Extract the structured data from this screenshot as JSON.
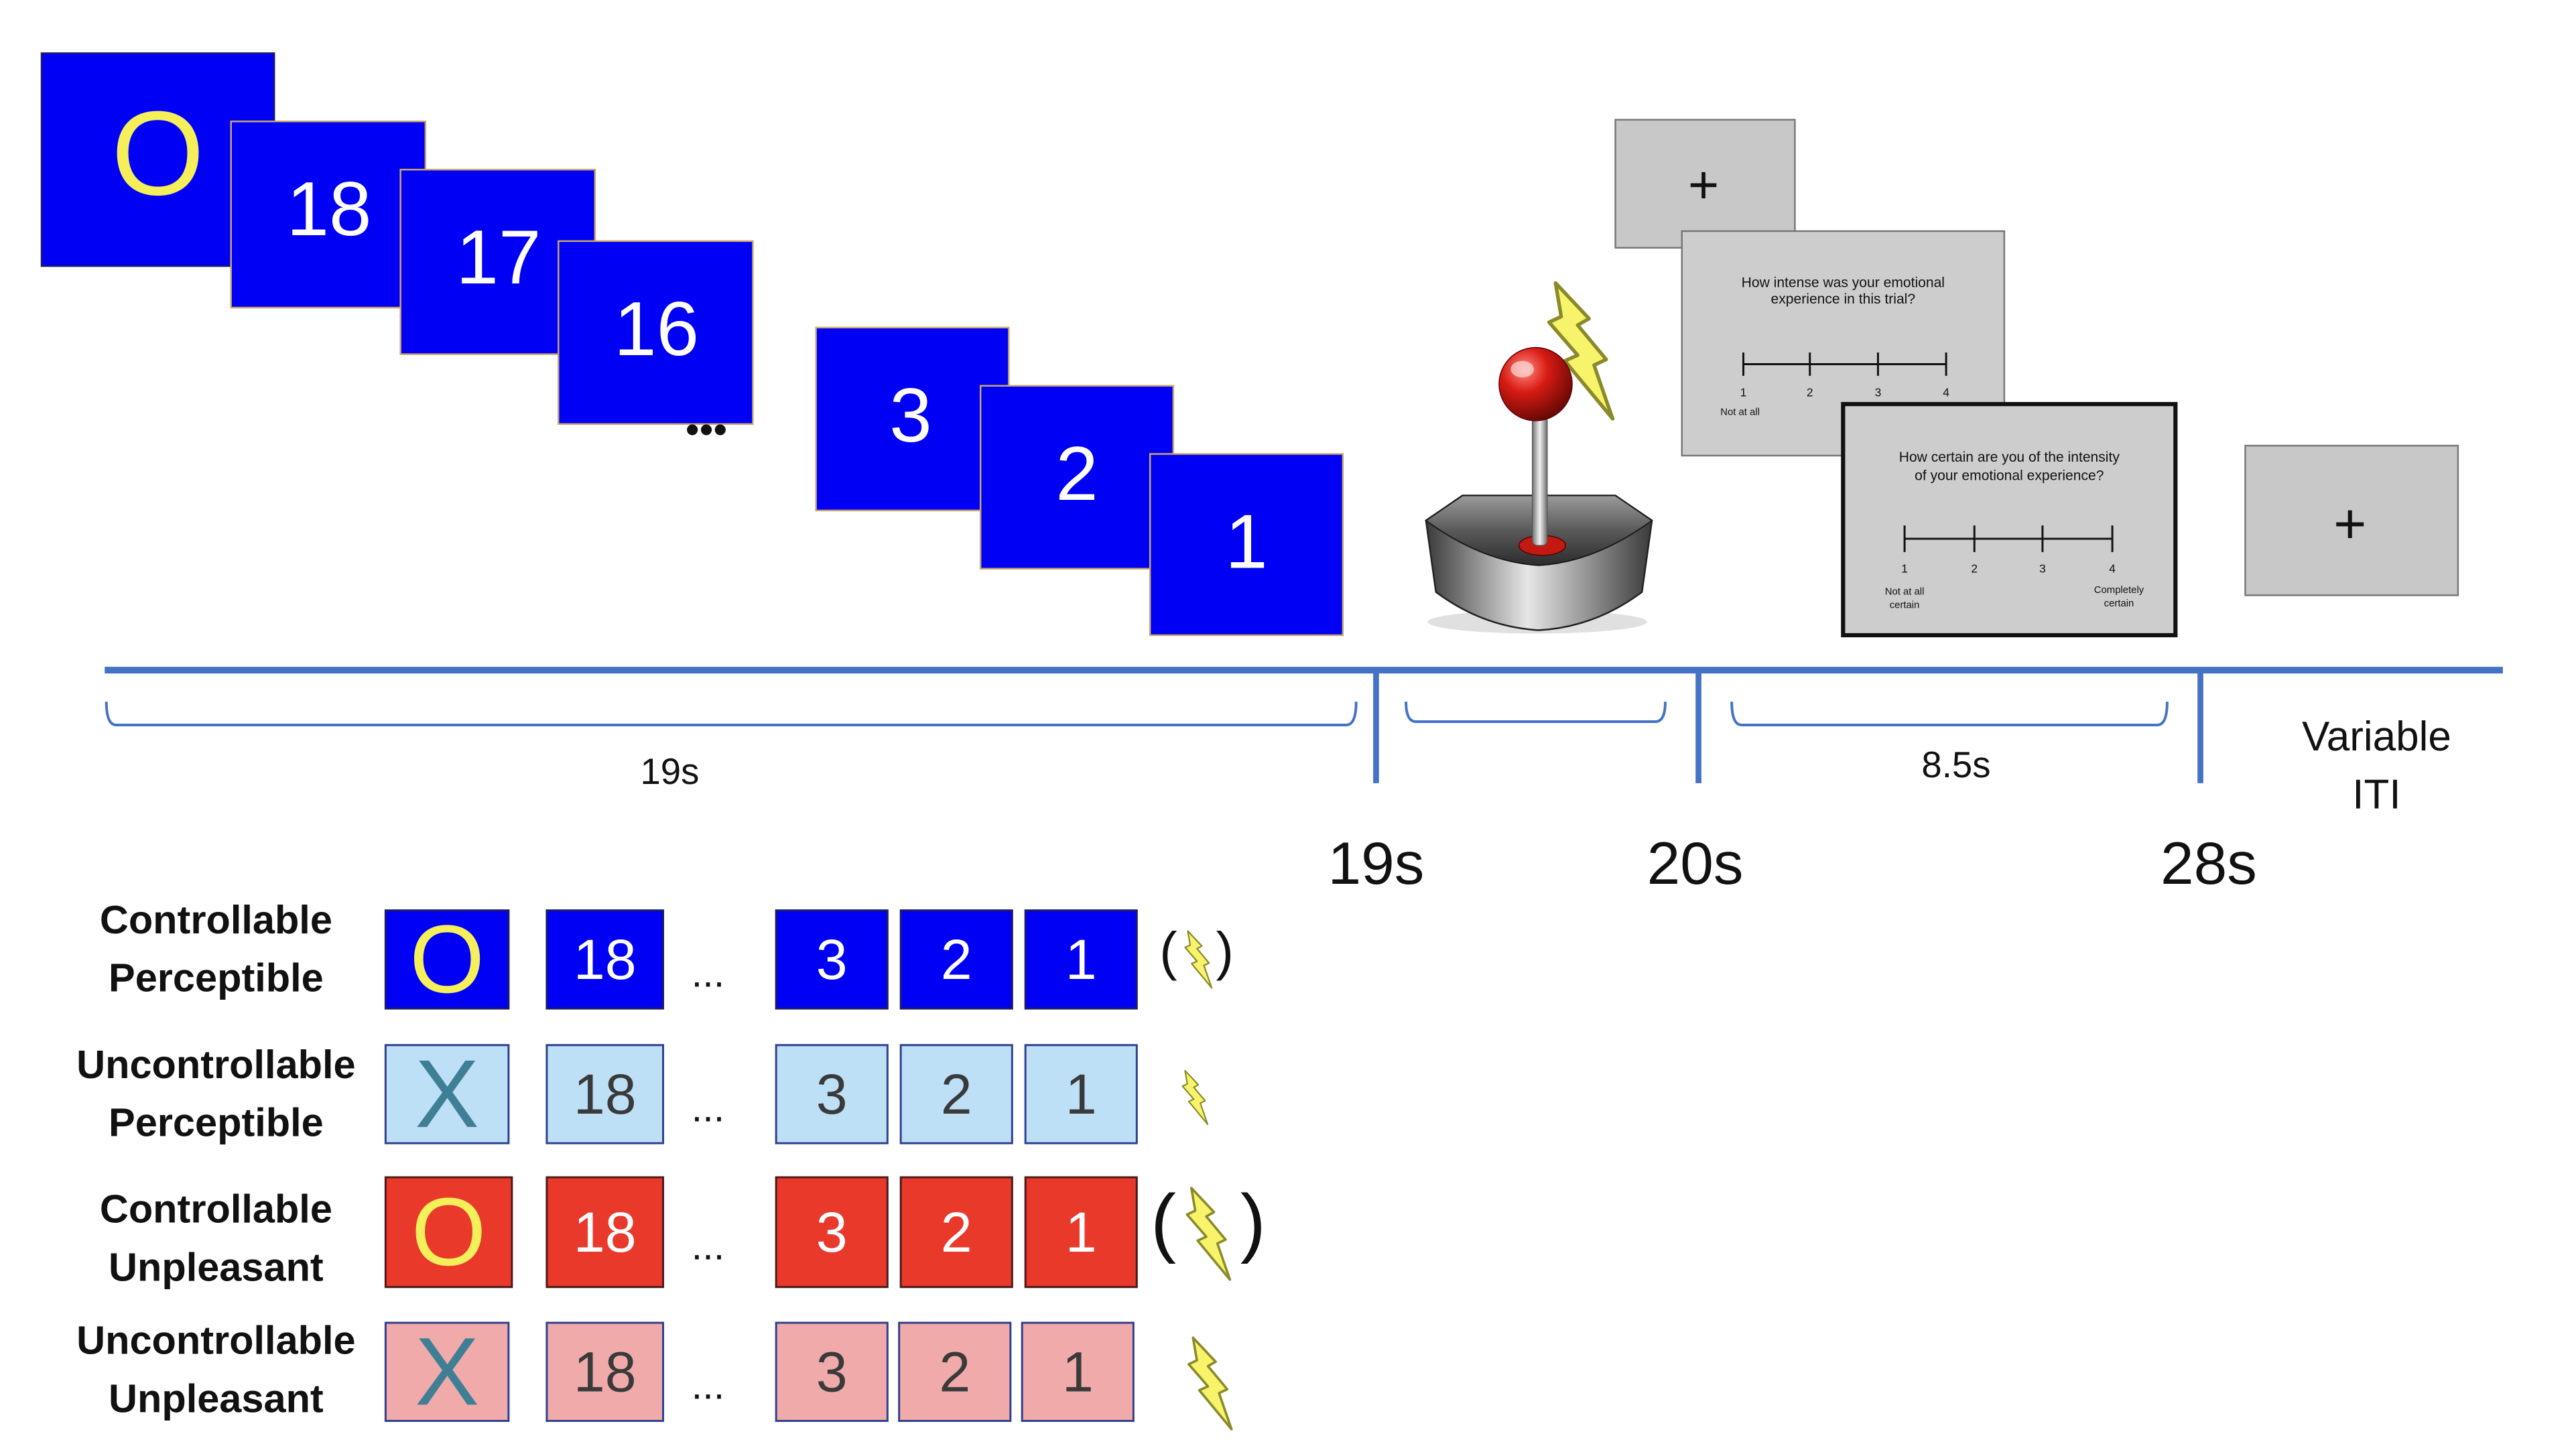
{
  "top_sequence": {
    "cue_symbol": "O",
    "countdown_start": [
      "18",
      "17",
      "16"
    ],
    "ellipsis": "•••",
    "countdown_end": [
      "3",
      "2",
      "1"
    ]
  },
  "screens": {
    "fixation_symbol": "+",
    "q1": {
      "line1": "How intense was your emotional",
      "line2": "experience in this trial?",
      "ticks": [
        "1",
        "2",
        "3",
        "4"
      ],
      "left_anchor": "Not at all"
    },
    "q2": {
      "line1": "How certain are you of the intensity",
      "line2": "of your emotional experience?",
      "ticks": [
        "1",
        "2",
        "3",
        "4"
      ],
      "left_anchor_line1": "Not at all",
      "left_anchor_line2": "certain",
      "right_anchor_line1": "Completely",
      "right_anchor_line2": "certain"
    },
    "iti_symbol": "+"
  },
  "timeline": {
    "durations": {
      "first": "19s",
      "third": "8.5s"
    },
    "iti_label_line1": "Variable",
    "iti_label_line2": "ITI",
    "markers": [
      "19s",
      "20s",
      "28s"
    ]
  },
  "conditions": [
    {
      "line1": "Controllable",
      "line2": "Perceptible",
      "symbol": "O",
      "first": "18",
      "ellipsis": "...",
      "last": [
        "3",
        "2",
        "1"
      ],
      "shock": "optional",
      "style": "dark-blue"
    },
    {
      "line1": "Uncontrollable",
      "line2": "Perceptible",
      "symbol": "X",
      "first": "18",
      "ellipsis": "...",
      "last": [
        "3",
        "2",
        "1"
      ],
      "shock": "always",
      "style": "light-blue"
    },
    {
      "line1": "Controllable",
      "line2": "Unpleasant",
      "symbol": "O",
      "first": "18",
      "ellipsis": "...",
      "last": [
        "3",
        "2",
        "1"
      ],
      "shock": "optional",
      "style": "red"
    },
    {
      "line1": "Uncontrollable",
      "line2": "Unpleasant",
      "symbol": "X",
      "first": "18",
      "ellipsis": "...",
      "last": [
        "3",
        "2",
        "1"
      ],
      "shock": "always",
      "style": "pink"
    }
  ],
  "shock_parens": [
    "(",
    ")"
  ],
  "colors": {
    "dark_blue": "#0000f5",
    "light_blue": "#bde0f7",
    "red": "#e8392b",
    "pink": "#f0aaaa",
    "yellow_text": "#f5f05a",
    "x_text": "#3f7f95",
    "timeline": "#4472c4",
    "gray_screen": "#c8c8c8",
    "bolt": "#f7f36a"
  }
}
